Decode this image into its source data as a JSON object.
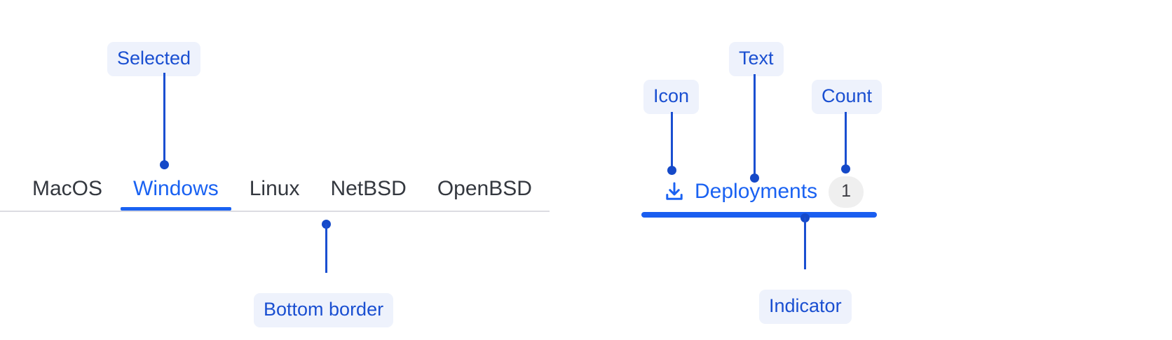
{
  "colors": {
    "accent_blue": "#1a62f2",
    "annotation_blue": "#1a4fd1",
    "annotation_bg": "#eef2fc",
    "tab_inactive_text": "#34383f",
    "tabbar_border": "#dcdce2",
    "count_badge_bg": "#efefef",
    "count_badge_text": "#3c3c42"
  },
  "os_tabbar": {
    "tabs": [
      {
        "label": "MacOS",
        "selected": false
      },
      {
        "label": "Windows",
        "selected": true
      },
      {
        "label": "Linux",
        "selected": false
      },
      {
        "label": "NetBSD",
        "selected": false
      },
      {
        "label": "OpenBSD",
        "selected": false
      }
    ],
    "annotations": [
      {
        "label": "Selected"
      },
      {
        "label": "Bottom border"
      }
    ]
  },
  "deployments_tab": {
    "icon": "download-icon",
    "label": "Deployments",
    "count": "1",
    "annotations": [
      {
        "label": "Icon"
      },
      {
        "label": "Text"
      },
      {
        "label": "Count"
      },
      {
        "label": "Indicator"
      }
    ]
  }
}
